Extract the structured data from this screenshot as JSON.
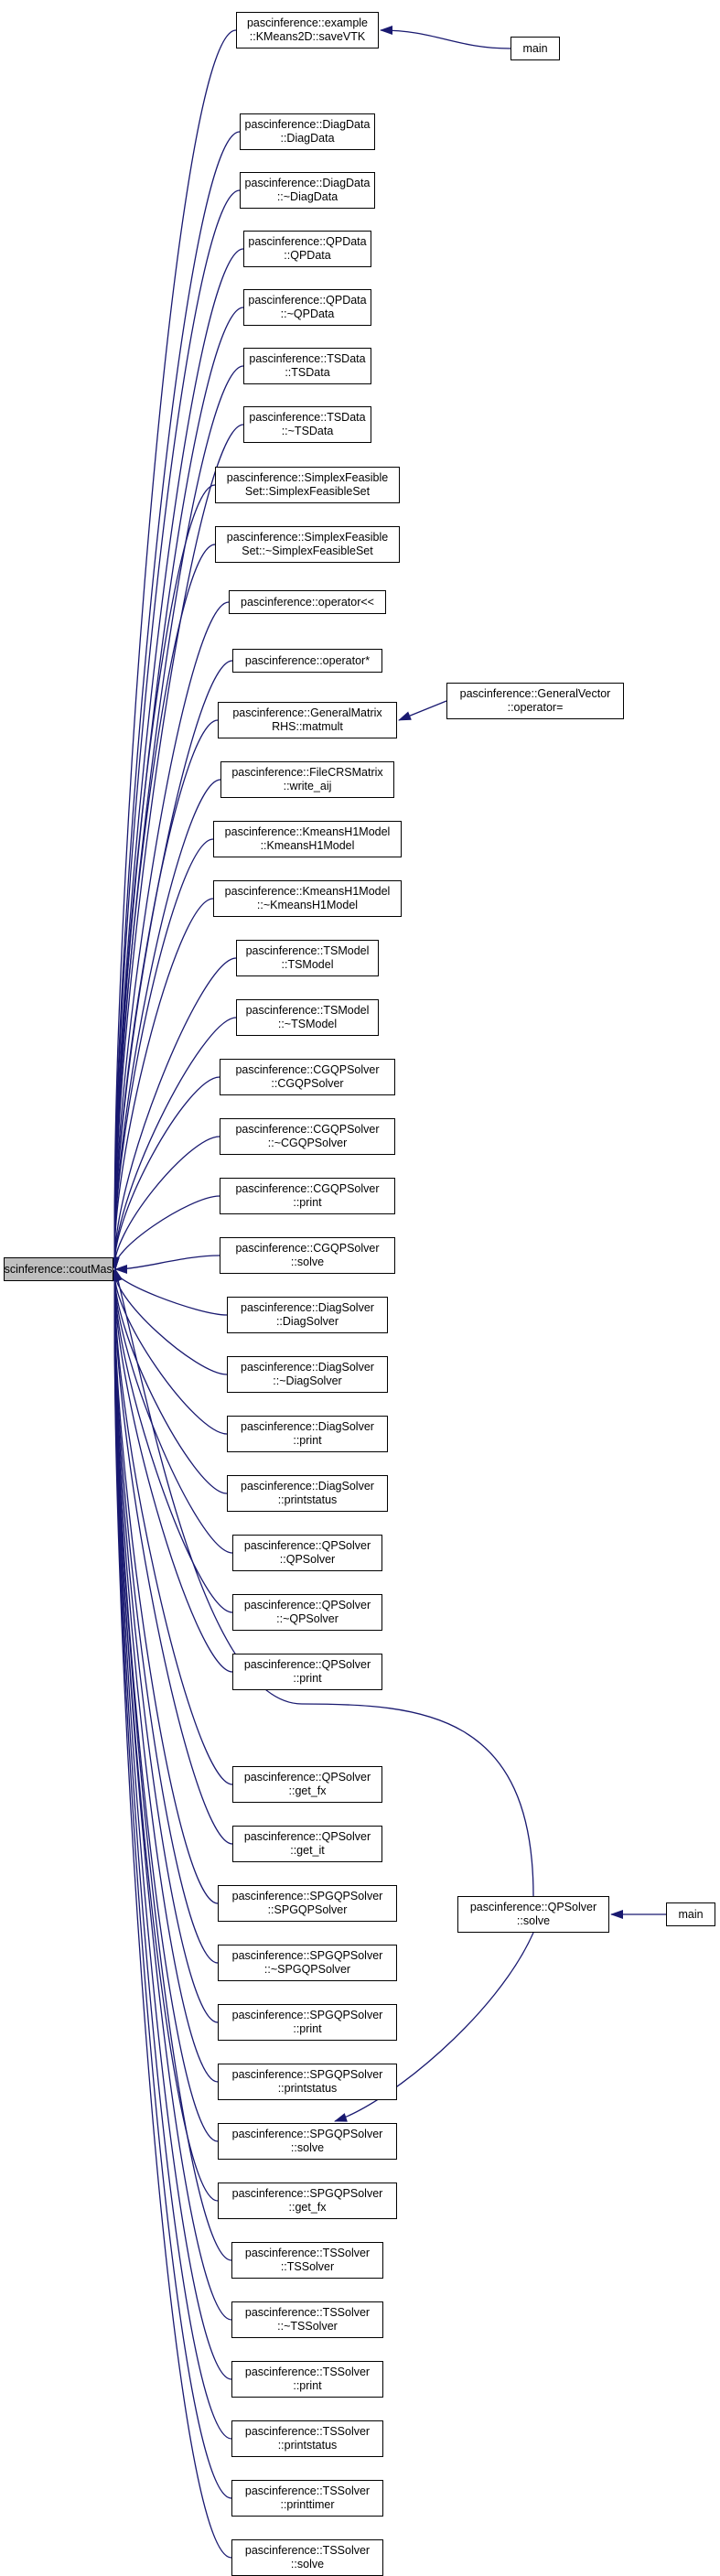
{
  "root": {
    "id": "root",
    "lines": [
      "pascinference::coutMaster"
    ]
  },
  "callers": [
    {
      "id": "n0",
      "lines": [
        "pascinference::example",
        "::KMeans2D::saveVTK"
      ]
    },
    {
      "id": "n1",
      "lines": [
        "pascinference::DiagData",
        "::DiagData"
      ]
    },
    {
      "id": "n2",
      "lines": [
        "pascinference::DiagData",
        "::~DiagData"
      ]
    },
    {
      "id": "n3",
      "lines": [
        "pascinference::QPData",
        "::QPData"
      ]
    },
    {
      "id": "n4",
      "lines": [
        "pascinference::QPData",
        "::~QPData"
      ]
    },
    {
      "id": "n5",
      "lines": [
        "pascinference::TSData",
        "::TSData"
      ]
    },
    {
      "id": "n6",
      "lines": [
        "pascinference::TSData",
        "::~TSData"
      ]
    },
    {
      "id": "n7",
      "lines": [
        "pascinference::SimplexFeasible",
        "Set::SimplexFeasibleSet"
      ]
    },
    {
      "id": "n8",
      "lines": [
        "pascinference::SimplexFeasible",
        "Set::~SimplexFeasibleSet"
      ]
    },
    {
      "id": "n9",
      "lines": [
        "pascinference::operator<<"
      ]
    },
    {
      "id": "n10",
      "lines": [
        "pascinference::operator*"
      ]
    },
    {
      "id": "n11",
      "lines": [
        "pascinference::GeneralMatrix",
        "RHS::matmult"
      ]
    },
    {
      "id": "n12",
      "lines": [
        "pascinference::FileCRSMatrix",
        "::write_aij"
      ]
    },
    {
      "id": "n13",
      "lines": [
        "pascinference::KmeansH1Model",
        "::KmeansH1Model"
      ]
    },
    {
      "id": "n14",
      "lines": [
        "pascinference::KmeansH1Model",
        "::~KmeansH1Model"
      ]
    },
    {
      "id": "n15",
      "lines": [
        "pascinference::TSModel",
        "::TSModel"
      ]
    },
    {
      "id": "n16",
      "lines": [
        "pascinference::TSModel",
        "::~TSModel"
      ]
    },
    {
      "id": "n17",
      "lines": [
        "pascinference::CGQPSolver",
        "::CGQPSolver"
      ]
    },
    {
      "id": "n18",
      "lines": [
        "pascinference::CGQPSolver",
        "::~CGQPSolver"
      ]
    },
    {
      "id": "n19",
      "lines": [
        "pascinference::CGQPSolver",
        "::print"
      ]
    },
    {
      "id": "n20",
      "lines": [
        "pascinference::CGQPSolver",
        "::solve"
      ]
    },
    {
      "id": "n21",
      "lines": [
        "pascinference::DiagSolver",
        "::DiagSolver"
      ]
    },
    {
      "id": "n22",
      "lines": [
        "pascinference::DiagSolver",
        "::~DiagSolver"
      ]
    },
    {
      "id": "n23",
      "lines": [
        "pascinference::DiagSolver",
        "::print"
      ]
    },
    {
      "id": "n24",
      "lines": [
        "pascinference::DiagSolver",
        "::printstatus"
      ]
    },
    {
      "id": "n25",
      "lines": [
        "pascinference::QPSolver",
        "::QPSolver"
      ]
    },
    {
      "id": "n26",
      "lines": [
        "pascinference::QPSolver",
        "::~QPSolver"
      ]
    },
    {
      "id": "n27",
      "lines": [
        "pascinference::QPSolver",
        "::print"
      ]
    },
    {
      "id": "n28",
      "lines": [
        "pascinference::QPSolver",
        "::get_fx"
      ]
    },
    {
      "id": "n29",
      "lines": [
        "pascinference::QPSolver",
        "::get_it"
      ]
    },
    {
      "id": "n30",
      "lines": [
        "pascinference::SPGQPSolver",
        "::SPGQPSolver"
      ]
    },
    {
      "id": "n31",
      "lines": [
        "pascinference::SPGQPSolver",
        "::~SPGQPSolver"
      ]
    },
    {
      "id": "n32",
      "lines": [
        "pascinference::SPGQPSolver",
        "::print"
      ]
    },
    {
      "id": "n33",
      "lines": [
        "pascinference::SPGQPSolver",
        "::printstatus"
      ]
    },
    {
      "id": "n34",
      "lines": [
        "pascinference::SPGQPSolver",
        "::solve"
      ]
    },
    {
      "id": "n35",
      "lines": [
        "pascinference::SPGQPSolver",
        "::get_fx"
      ]
    },
    {
      "id": "n36",
      "lines": [
        "pascinference::TSSolver",
        "::TSSolver"
      ]
    },
    {
      "id": "n37",
      "lines": [
        "pascinference::TSSolver",
        "::~TSSolver"
      ]
    },
    {
      "id": "n38",
      "lines": [
        "pascinference::TSSolver",
        "::print"
      ]
    },
    {
      "id": "n39",
      "lines": [
        "pascinference::TSSolver",
        "::printstatus"
      ]
    },
    {
      "id": "n40",
      "lines": [
        "pascinference::TSSolver",
        "::printtimer"
      ]
    },
    {
      "id": "n41",
      "lines": [
        "pascinference::TSSolver",
        "::solve"
      ]
    }
  ],
  "others": [
    {
      "id": "m1",
      "lines": [
        "main"
      ]
    },
    {
      "id": "g1",
      "lines": [
        "pascinference::GeneralVector",
        "::operator="
      ]
    },
    {
      "id": "q1",
      "lines": [
        "pascinference::QPSolver",
        "::solve"
      ]
    },
    {
      "id": "m2",
      "lines": [
        "main"
      ]
    }
  ],
  "edges": [
    [
      "m1",
      "n0"
    ],
    [
      "g1",
      "n11"
    ],
    [
      "q1",
      "n34"
    ],
    [
      "m2",
      "q1"
    ]
  ],
  "colors": {
    "edge": "#191970",
    "root_fill": "#bfbfbf",
    "node_border": "#000000"
  }
}
